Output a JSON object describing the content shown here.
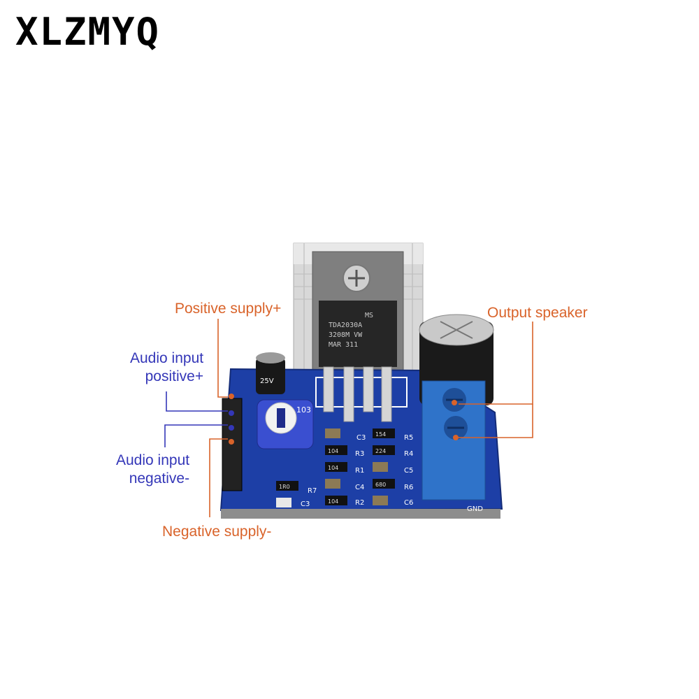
{
  "brand": "XLZMYQ",
  "labels": {
    "positive_supply": "Positive supply+",
    "audio_input_positive_line1": "Audio input",
    "audio_input_positive_line2": "positive+",
    "audio_input_negative_line1": "Audio input",
    "audio_input_negative_line2": "negative-",
    "negative_supply": "Negative supply-",
    "output_speaker": "Output speaker"
  },
  "board": {
    "chip_lines": [
      "MS",
      "TDA2030A",
      "3208M VW",
      "MAR 311"
    ],
    "pot_code": "103",
    "cap_mark": "25V",
    "silkscreen": [
      "C3",
      "R5",
      "R3",
      "R4",
      "R1",
      "C5",
      "C4",
      "R6",
      "R7",
      "C3",
      "R2",
      "C6",
      "GND"
    ],
    "resistor_codes": [
      "154",
      "104",
      "224",
      "104",
      "680",
      "1R0",
      "104"
    ]
  },
  "colors": {
    "annotation_orange": "#d9632a",
    "annotation_blue": "#3437b8",
    "pcb_blue": "#1d3fa6",
    "terminal_blue": "#2f73c9"
  }
}
